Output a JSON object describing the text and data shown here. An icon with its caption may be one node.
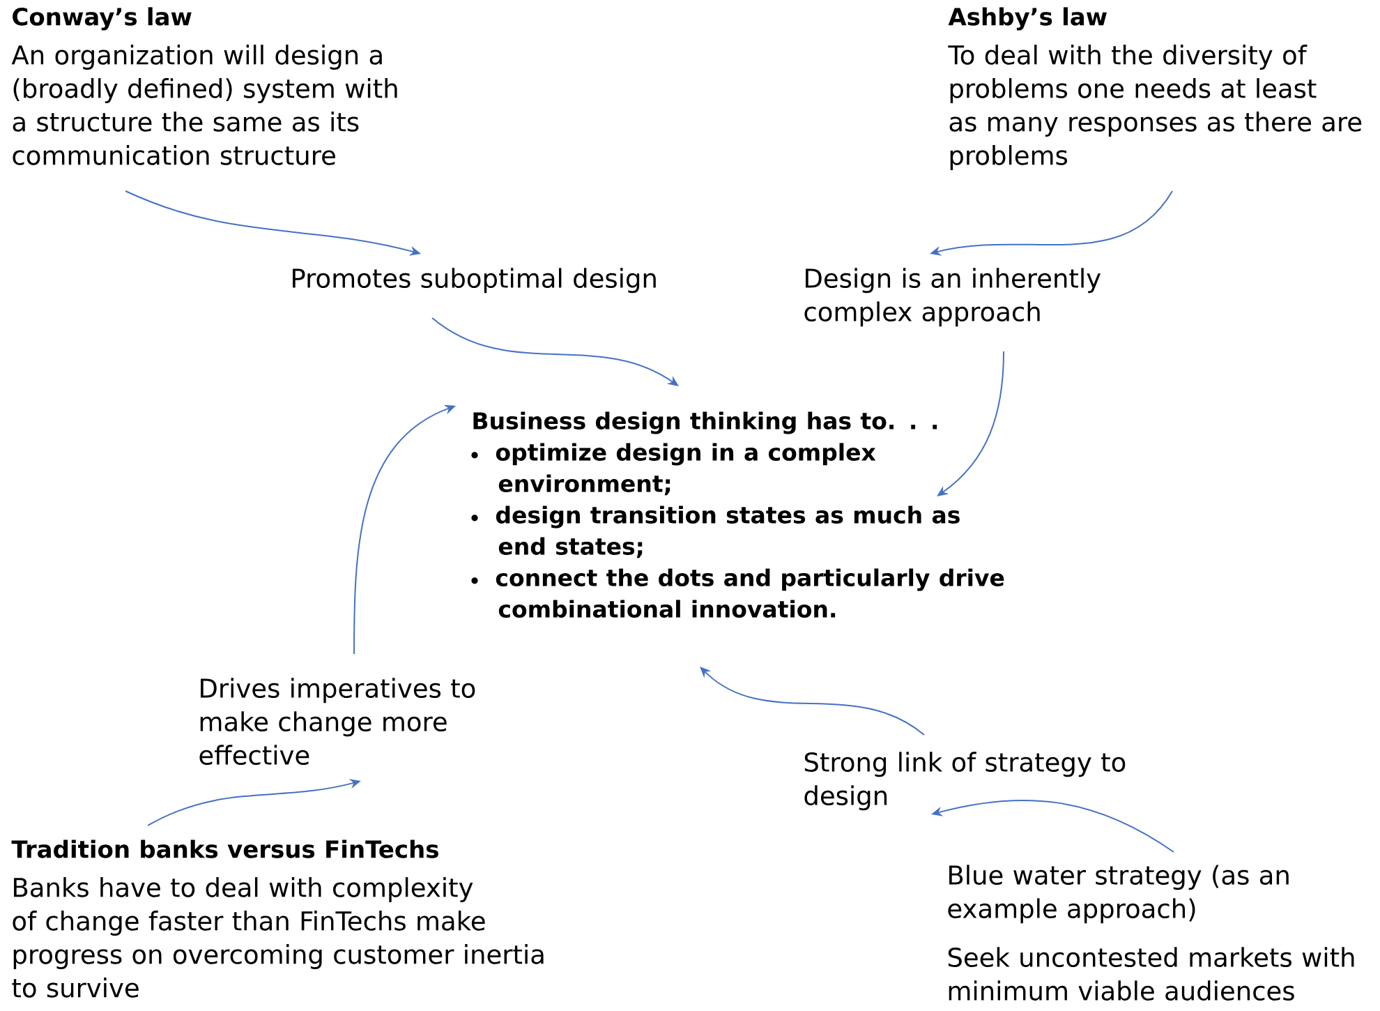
{
  "diagram": {
    "nodes": [
      {
        "text": [
          "Conway’s law",
          "An organization will design a (broadly defined) system with a structure the same as its communication structure"
        ]
      },
      {
        "text": [
          "Ashby’s law",
          "To deal with the diversity of problems one needs at least as many responses as there are problems"
        ]
      },
      {
        "text": [
          "Promotes suboptimal design"
        ]
      },
      {
        "text": [
          "Design is an inherently complex approach"
        ]
      },
      {
        "text": [
          "Business design thinking has to. . .",
          "optimize design in a complex environment;",
          "design transition states as  much as end states;",
          "connect the dots  and particularly drive combinational innovation."
        ]
      },
      {
        "text": [
          "Drives imperatives to make change more effective"
        ]
      },
      {
        "text": [
          "Strong link of strategy to design"
        ]
      },
      {
        "text": [
          "Tradition banks versus FinTechs",
          "Banks have to deal with complexity of change faster than FinTechs make progress on overcoming customer inertia to survive"
        ]
      },
      {
        "text": [
          "Blue water strategy (as an example approach)",
          "Seek uncontested markets with minimum viable audiences"
        ]
      }
    ],
    "edges": [
      {
        "from": 0,
        "to": 2,
        "arrow": "to"
      },
      {
        "from": 1,
        "to": 3,
        "arrow": "to"
      },
      {
        "from": 2,
        "to": 4,
        "arrow": "to"
      },
      {
        "from": 3,
        "to": 4,
        "arrow": "to"
      },
      {
        "from": 5,
        "to": 4,
        "arrow": "to"
      },
      {
        "from": 6,
        "to": 4,
        "arrow": "to"
      },
      {
        "from": 7,
        "to": 5,
        "arrow": "to"
      },
      {
        "from": 8,
        "to": 6,
        "arrow": "to"
      }
    ]
  }
}
